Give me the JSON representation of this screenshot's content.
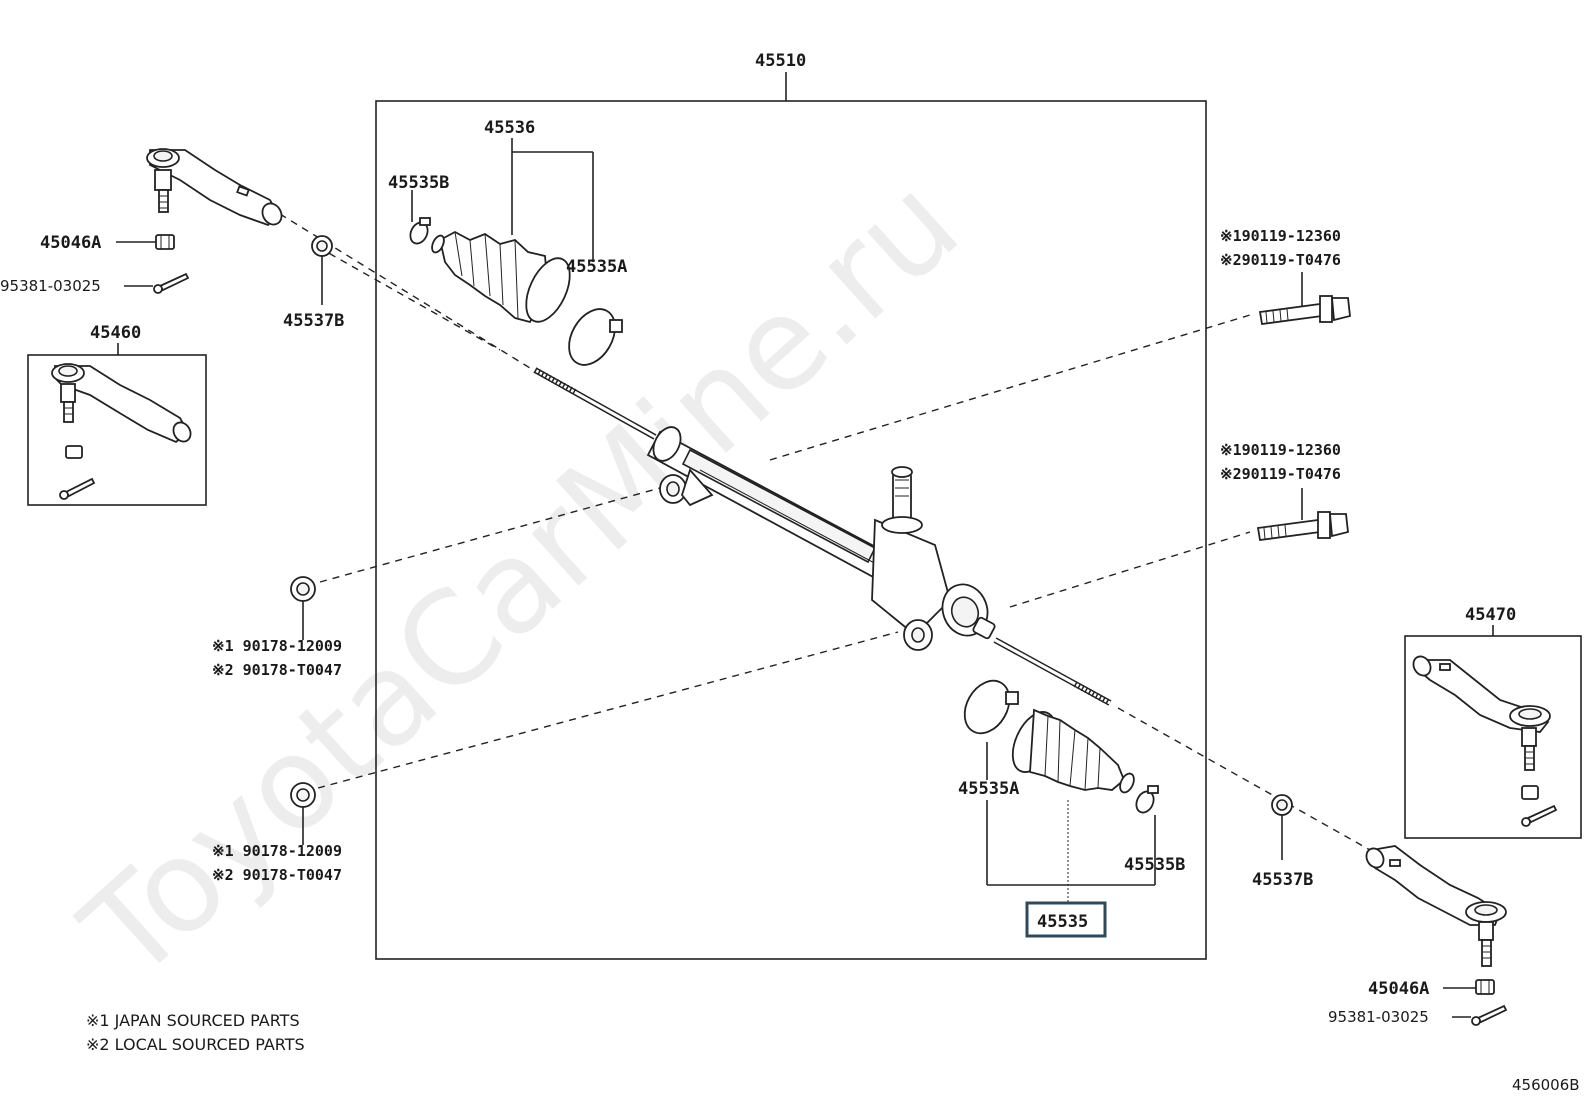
{
  "watermark": "ToyotaCarMine.ru",
  "diagram_code": "456006B",
  "callouts": {
    "gear_assembly": "45510",
    "boot_set_left": "45536",
    "clamp_left": "45535B",
    "clamp_band_left": "45535A",
    "tie_rod_end_nut_left": "45046A",
    "cotter_pin_left": "95381-03025",
    "end_sub_assy_left": "45460",
    "lock_nut_left": "45537B",
    "bolt_upper_1": "※190119-12360",
    "bolt_upper_2": "※290119-T0476",
    "bolt_lower_1": "※190119-12360",
    "bolt_lower_2": "※290119-T0476",
    "nut_upper_1": "※1 90178-12009",
    "nut_upper_2": "※2 90178-T0047",
    "nut_lower_1": "※1 90178-12009",
    "nut_lower_2": "※2 90178-T0047",
    "end_sub_assy_right": "45470",
    "clamp_band_right": "45535A",
    "clamp_right": "45535B",
    "lock_nut_right": "45537B",
    "boot_set_right": "45535",
    "tie_rod_end_nut_right": "45046A",
    "cotter_pin_right": "95381-03025"
  },
  "notes": {
    "japan": "※1 JAPAN SOURCED PARTS",
    "local": "※2 LOCAL SOURCED PARTS"
  },
  "colors": {
    "line": "#222222",
    "highlight_box": "#2b4a5e",
    "background": "#ffffff"
  }
}
